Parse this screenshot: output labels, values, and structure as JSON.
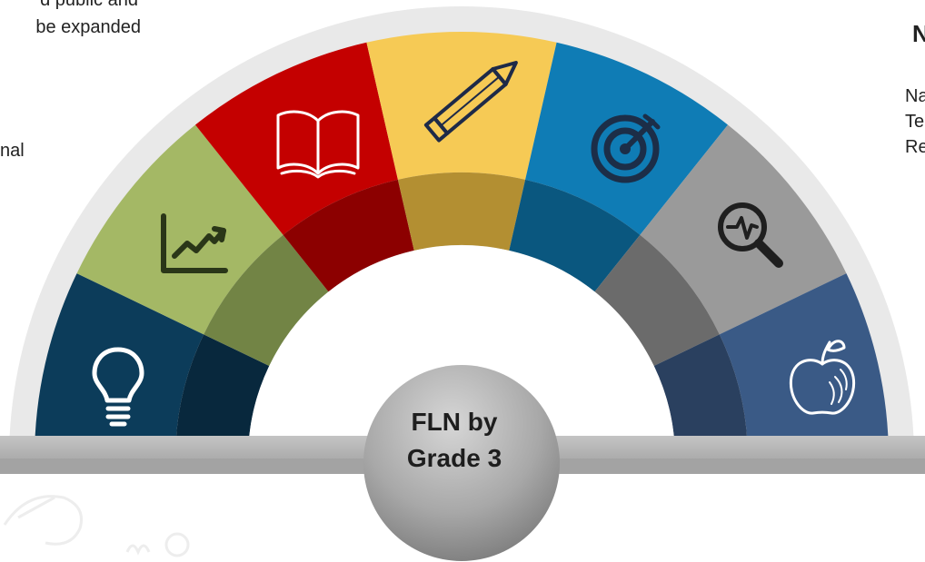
{
  "left_text": {
    "line1": "d public and",
    "line2": "be expanded",
    "line3": "nal"
  },
  "right_text": {
    "heading": "N",
    "line1": "Na",
    "line2": "Te",
    "line3": "Re"
  },
  "center": {
    "label": "FLN  by\nGrade 3"
  },
  "segments": [
    {
      "name": "lightbulb",
      "icon": "lightbulb-icon",
      "color": "#0c3c5a",
      "inner_color": "#08283d"
    },
    {
      "name": "growth-chart",
      "icon": "trend-chart-icon",
      "color": "#a4b865",
      "inner_color": "#728445"
    },
    {
      "name": "book",
      "icon": "open-book-icon",
      "color": "#c40000",
      "inner_color": "#8c0000"
    },
    {
      "name": "pencil",
      "icon": "pencil-icon",
      "color": "#f6ca55",
      "inner_color": "#b38f32"
    },
    {
      "name": "target",
      "icon": "target-icon",
      "color": "#0f7cb5",
      "inner_color": "#0a577f"
    },
    {
      "name": "analysis",
      "icon": "magnifier-pulse-icon",
      "color": "#9a9a9a",
      "inner_color": "#6b6b6b"
    },
    {
      "name": "apple",
      "icon": "apple-icon",
      "color": "#3a5a86",
      "inner_color": "#2a405f"
    }
  ]
}
